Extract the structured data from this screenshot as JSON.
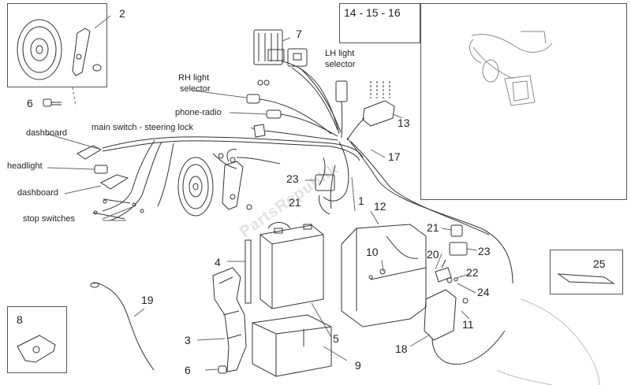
{
  "diagram": {
    "callouts": {
      "n2": "2",
      "n6a": "6",
      "n7": "7",
      "n13": "13",
      "n17": "17",
      "n23a": "23",
      "n21a": "21",
      "n1": "1",
      "n12": "12",
      "n21b": "21",
      "n10": "10",
      "n20": "20",
      "n23b": "23",
      "n22": "22",
      "n24": "24",
      "n4": "4",
      "n19": "19",
      "n8": "8",
      "n3": "3",
      "n5": "5",
      "n9": "9",
      "n18": "18",
      "n11": "11",
      "n6b": "6",
      "n25": "25",
      "header": "14 - 15 - 16"
    },
    "labels": {
      "rh_light_1": "RH light",
      "rh_light_2": "selector",
      "lh_light_1": "LH light",
      "lh_light_2": "selector",
      "phone_radio": "phone-radio",
      "main_switch": "main switch - steering lock",
      "dashboard_top": "dashboard",
      "headlight": "headlight",
      "dashboard_bottom": "dashboard",
      "stop_switches": "stop switches"
    },
    "watermark": "PartsRepublik"
  }
}
